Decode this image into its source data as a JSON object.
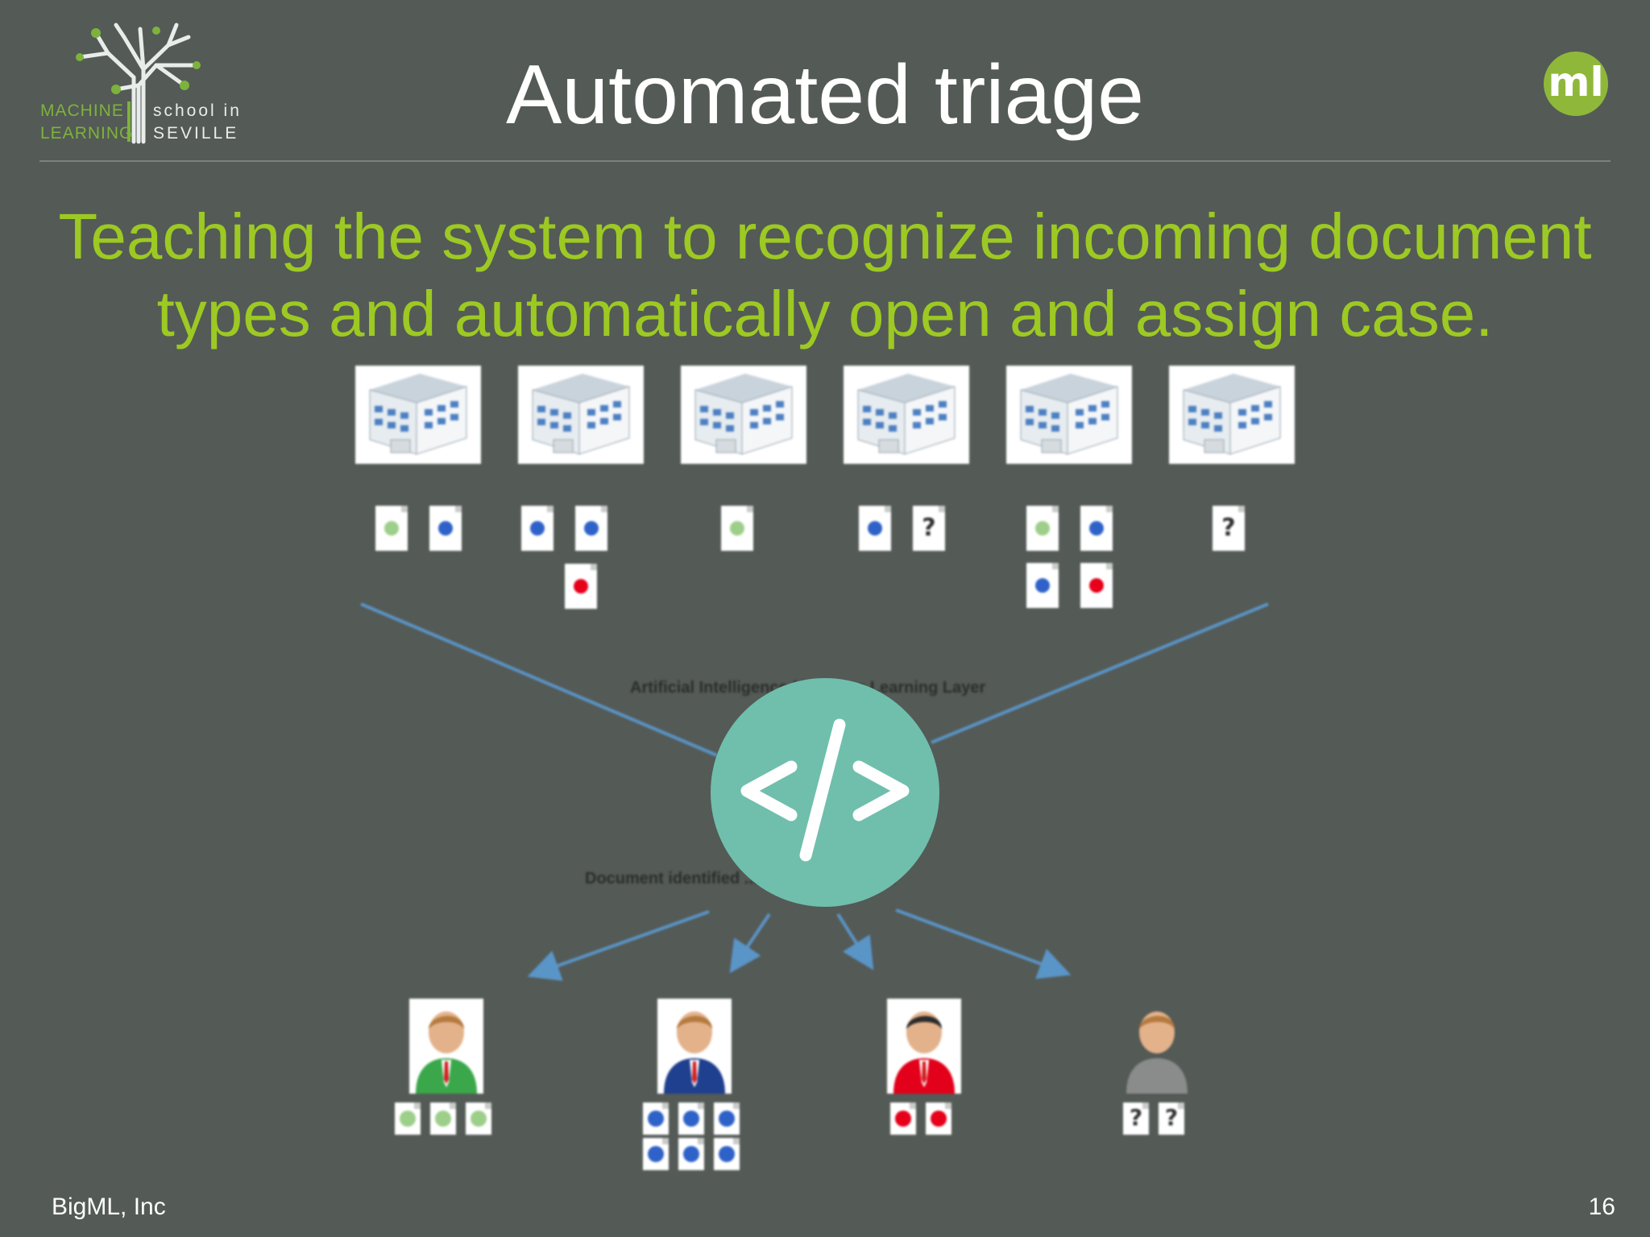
{
  "slide": {
    "title": "Automated triage",
    "subtitle_lines": [
      "Teaching the system to recognize incoming document",
      "types and automatically open and assign case."
    ],
    "footer_left": "BigML, Inc",
    "page_number": "16"
  },
  "logos": {
    "school": {
      "line1_left": "MACHINE",
      "line2_left": "LEARNING",
      "line1_right": "school in",
      "line2_right": "SEVILLE"
    },
    "ml_badge": "ml"
  },
  "diagram": {
    "top_label": "Artificial Intelligence / Machine Learning Layer",
    "bottom_label": "Document identified ... correct individual",
    "center_icon": "code-brackets-icon",
    "colors": {
      "green_doc": "#9dcf8a",
      "blue_doc": "#2f62c9",
      "red_doc": "#e6001a",
      "arrow": "#5a95c8",
      "accent_green": "#9dc923",
      "circle": "#6fbfac"
    },
    "senders": [
      {
        "docs": [
          "green",
          "blue"
        ]
      },
      {
        "docs": [
          "blue",
          "blue",
          "red"
        ]
      },
      {
        "docs": [
          "green"
        ]
      },
      {
        "docs": [
          "blue",
          "unknown"
        ]
      },
      {
        "docs": [
          "green",
          "blue",
          "blue",
          "red"
        ]
      },
      {
        "docs": [
          "unknown"
        ]
      }
    ],
    "recipients": [
      {
        "color": "green",
        "docs": [
          "green",
          "green",
          "green"
        ]
      },
      {
        "color": "blue",
        "docs": [
          "blue",
          "blue",
          "blue",
          "blue",
          "blue",
          "blue"
        ]
      },
      {
        "color": "red",
        "docs": [
          "red",
          "red"
        ]
      },
      {
        "color": "gray",
        "docs": [
          "unknown",
          "unknown"
        ]
      }
    ],
    "unknown_symbol": "?"
  }
}
